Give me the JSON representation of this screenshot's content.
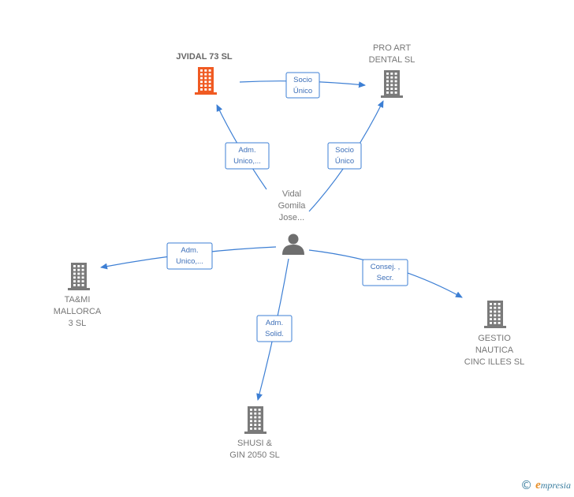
{
  "colors": {
    "edge": "#3d7fd4",
    "company": "#7a7a7a",
    "company_highlight": "#f05a22",
    "person": "#6e6e6e"
  },
  "nodes": [
    {
      "id": "jvidal",
      "type": "company",
      "highlight": true,
      "icon": "building-icon",
      "label_lines": [
        "JVIDAL 73  SL"
      ]
    },
    {
      "id": "proart",
      "type": "company",
      "highlight": false,
      "icon": "building-icon",
      "label_lines": [
        "PRO ART",
        "DENTAL  SL"
      ]
    },
    {
      "id": "person",
      "type": "person",
      "highlight": false,
      "icon": "person-icon",
      "label_lines": [
        "Vidal",
        "Gomila",
        "Jose..."
      ]
    },
    {
      "id": "tami",
      "type": "company",
      "highlight": false,
      "icon": "building-icon",
      "label_lines": [
        "TA&MI",
        "MALLORCA",
        "3 SL"
      ]
    },
    {
      "id": "gestio",
      "type": "company",
      "highlight": false,
      "icon": "building-icon",
      "label_lines": [
        "GESTIO",
        "NAUTICA",
        "CINC ILLES  SL"
      ]
    },
    {
      "id": "shusi",
      "type": "company",
      "highlight": false,
      "icon": "building-icon",
      "label_lines": [
        "SHUSI &",
        "GIN 2050 SL"
      ]
    }
  ],
  "edges": [
    {
      "from": "jvidal",
      "to": "proart",
      "label_lines": [
        "Socio",
        "Único"
      ]
    },
    {
      "from": "person",
      "to": "jvidal",
      "label_lines": [
        "Adm.",
        "Unico,..."
      ]
    },
    {
      "from": "person",
      "to": "proart",
      "label_lines": [
        "Socio",
        "Único"
      ]
    },
    {
      "from": "person",
      "to": "tami",
      "label_lines": [
        "Adm.",
        "Unico,..."
      ]
    },
    {
      "from": "person",
      "to": "gestio",
      "label_lines": [
        "Consej. ,",
        "Secr."
      ]
    },
    {
      "from": "person",
      "to": "shusi",
      "label_lines": [
        "Adm.",
        "Solid."
      ]
    }
  ],
  "footer": {
    "copyright_symbol": "©",
    "brand_first": "e",
    "brand_rest": "mpresia"
  }
}
